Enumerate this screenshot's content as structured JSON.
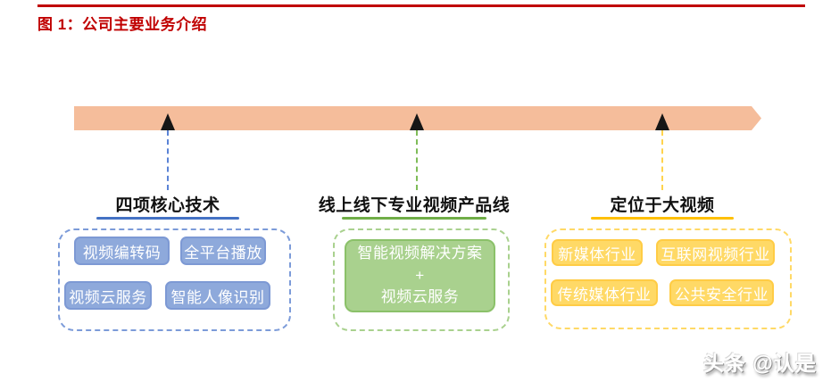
{
  "figure": {
    "title": "图 1：公司主要业务介绍",
    "title_color": "#C00000",
    "rule_color": "#C00000"
  },
  "timeline": {
    "band_color": "#F5BD9B",
    "marker_color": "#161616",
    "sections": [
      {
        "title": "四项核心技术",
        "accent": "#4472C4",
        "pill_fill": "#8EA9DB",
        "items": [
          "视频编转码",
          "全平台播放",
          "视频云服务",
          "智能人像识别"
        ]
      },
      {
        "title": "线上线下专业视频产品线",
        "accent": "#70AD47",
        "pill_fill": "#A9D18E",
        "items": [
          "智能视频解决方案",
          "+",
          "视频云服务"
        ]
      },
      {
        "title": "定位于大视频",
        "accent": "#FFC000",
        "pill_fill": "#FFD966",
        "items": [
          "新媒体行业",
          "互联网视频行业",
          "传统媒体行业",
          "公共安全行业"
        ]
      }
    ]
  },
  "watermark": "头条 @认是"
}
